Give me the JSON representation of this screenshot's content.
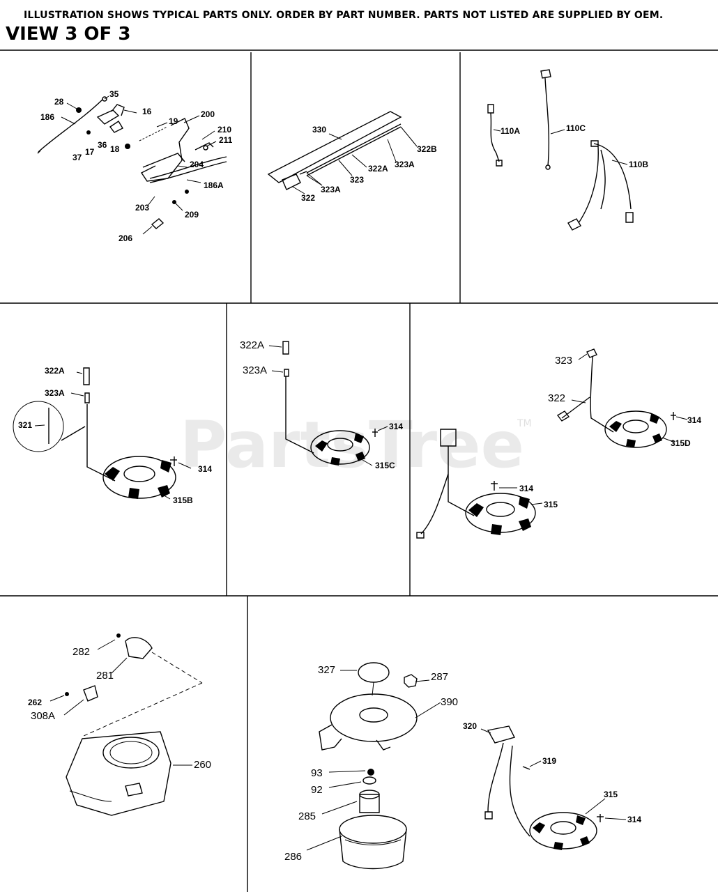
{
  "header": {
    "note": "ILLUSTRATION SHOWS TYPICAL PARTS ONLY. ORDER BY PART NUMBER. PARTS NOT LISTED ARE SUPPLIED BY OEM.",
    "view": "VIEW 3 OF 3"
  },
  "watermark": {
    "brand": "PartsTree",
    "tm": "TM"
  },
  "panels": {
    "governor": [
      "28",
      "35",
      "186",
      "16",
      "19",
      "200",
      "210",
      "211",
      "37",
      "17",
      "36",
      "18",
      "204",
      "186A",
      "203",
      "209",
      "206"
    ],
    "wiring": [
      "330",
      "322B",
      "323A",
      "322A",
      "323",
      "323A",
      "322"
    ],
    "leads": [
      "110A",
      "110C",
      "110B"
    ],
    "stator_b": [
      "322A",
      "323A",
      "321",
      "314",
      "315B"
    ],
    "stator_c": [
      "322A",
      "323A",
      "314",
      "315C"
    ],
    "stator_d": [
      "323",
      "322",
      "314",
      "315D",
      "314",
      "315"
    ],
    "housing": [
      "282",
      "281",
      "262",
      "308A",
      "260"
    ],
    "rewind": [
      "327",
      "287",
      "390",
      "320",
      "319",
      "93",
      "92",
      "285",
      "286",
      "315",
      "314"
    ]
  }
}
